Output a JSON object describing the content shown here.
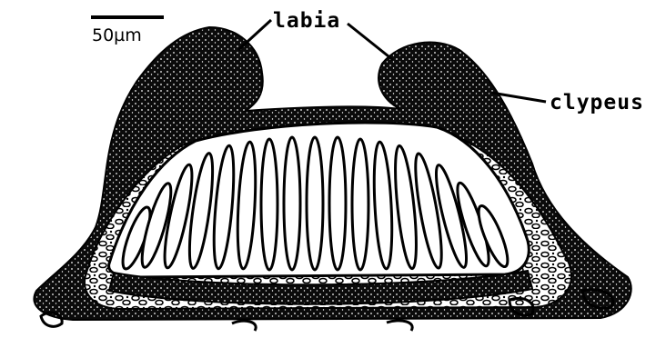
{
  "labels": {
    "labia": "labia",
    "clypeus": "clypeus",
    "scale": "50µm"
  },
  "colors": {
    "ink": "#000000",
    "paper": "#ffffff",
    "stipple": "#1a1a1a"
  }
}
